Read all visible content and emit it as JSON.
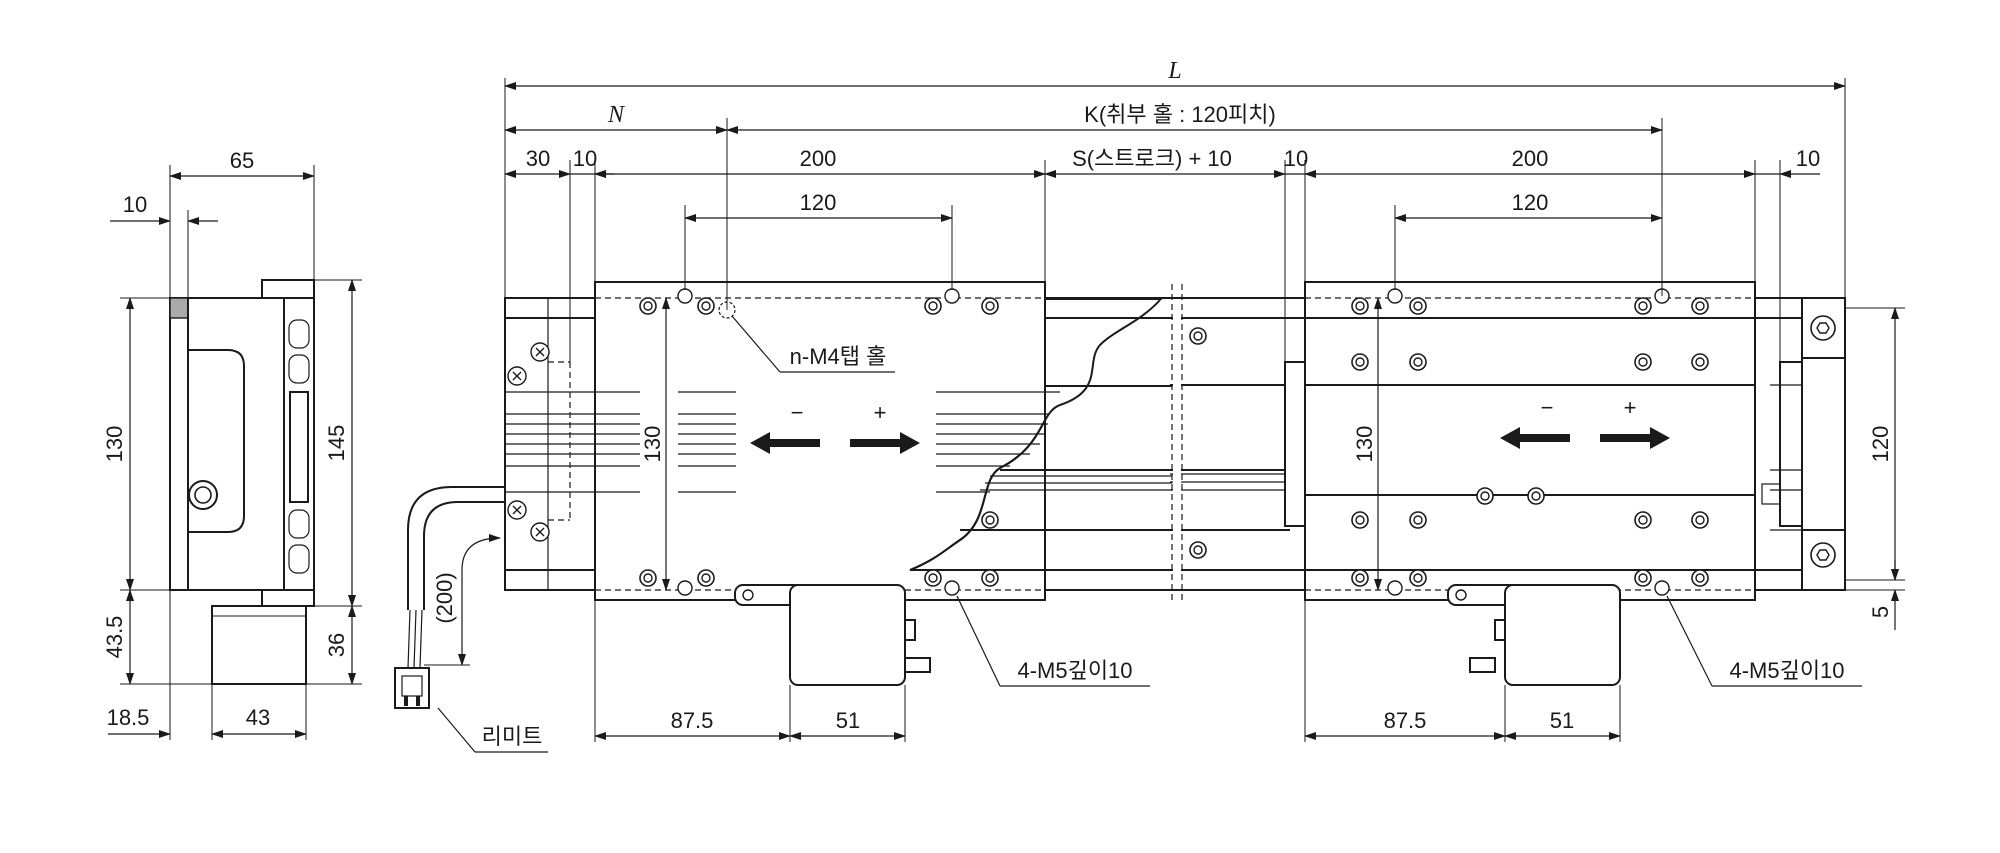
{
  "dims": {
    "L": "L",
    "N": "N",
    "K": "K(취부 홀 : 120피치)",
    "s30": "30",
    "s10": "10",
    "s200": "200",
    "s120": "120",
    "stroke": "S(스트로크) + 10",
    "s65": "65",
    "s130": "130",
    "s145": "145",
    "s43_5": "43.5",
    "s36": "36",
    "s18_5": "18.5",
    "s43": "43",
    "s87_5": "87.5",
    "s51": "51",
    "s200p": "(200)",
    "s5": "5",
    "s120r": "120"
  },
  "labels": {
    "tap_hole": "n-M4탭 홀",
    "depth_hole": "4-M5깊이10",
    "limit": "리미트",
    "minus": "−",
    "plus": "+"
  }
}
